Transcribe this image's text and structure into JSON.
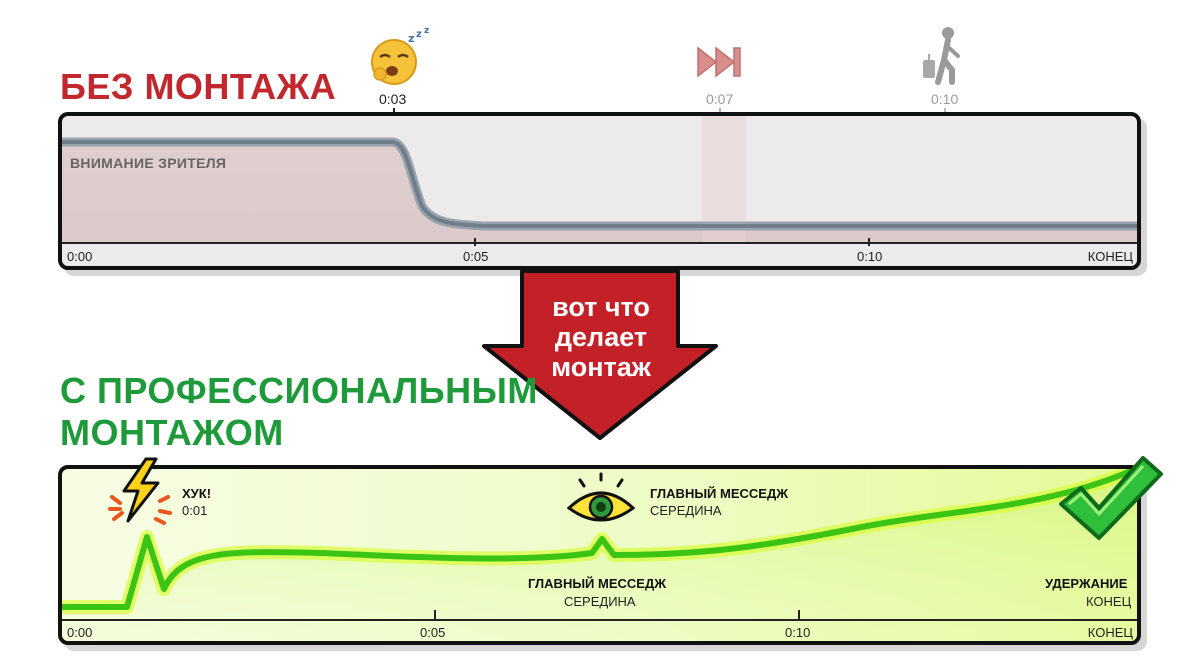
{
  "top": {
    "title": "БЕЗ МОНТАЖА",
    "attention_label": "ВНИМАНИЕ ЗРИТЕЛЯ",
    "markers": [
      {
        "icon": "yawning-face-icon",
        "time": "0:03"
      },
      {
        "icon": "fast-forward-icon",
        "time": "0:07"
      },
      {
        "icon": "walking-away-icon",
        "time": "0:10"
      }
    ],
    "axis": [
      "0:00",
      "0:05",
      "0:10",
      "КОНЕЦ"
    ]
  },
  "arrow": {
    "lines": [
      "вот что",
      "делает",
      "монтаж"
    ]
  },
  "bottom": {
    "title_line1": "С ПРОФЕССИОНАЛЬНЫМ",
    "title_line2": "МОНТАЖОМ",
    "hook": {
      "icon": "lightning-icon",
      "label": "ХУК!",
      "time": "0:01"
    },
    "main_message_top": {
      "icon": "eye-icon",
      "label": "ГЛАВНЫЙ МЕССЕДЖ",
      "sub": "СЕРЕДИНА"
    },
    "main_message_bottom": {
      "label": "ГЛАВНЫЙ МЕССЕДЖ",
      "sub": "СЕРЕДИНА"
    },
    "retention": {
      "icon": "checkmark-icon",
      "label": "УДЕРЖАНИЕ",
      "sub": "КОНЕЦ"
    },
    "axis": [
      "0:00",
      "0:05",
      "0:10",
      "КОНЕЦ"
    ]
  },
  "colors": {
    "red": "#c0282d",
    "green": "#1f9a3a",
    "curve_gray": "#7d8a95",
    "curve_green": "#46d11a"
  }
}
